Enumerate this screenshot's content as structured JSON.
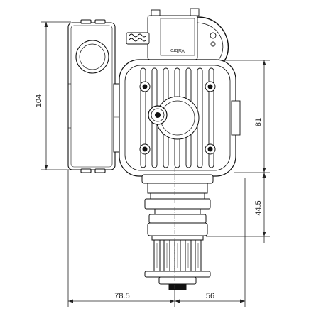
{
  "dimensions": {
    "height_left": "104",
    "height_right_upper": "81",
    "height_right_lower": "44.5",
    "width_left": "78.5",
    "width_right": "56"
  },
  "labels": {
    "brand_mark": "Valbro"
  },
  "colors": {
    "line": "#111111",
    "fill": "#ffffff"
  }
}
